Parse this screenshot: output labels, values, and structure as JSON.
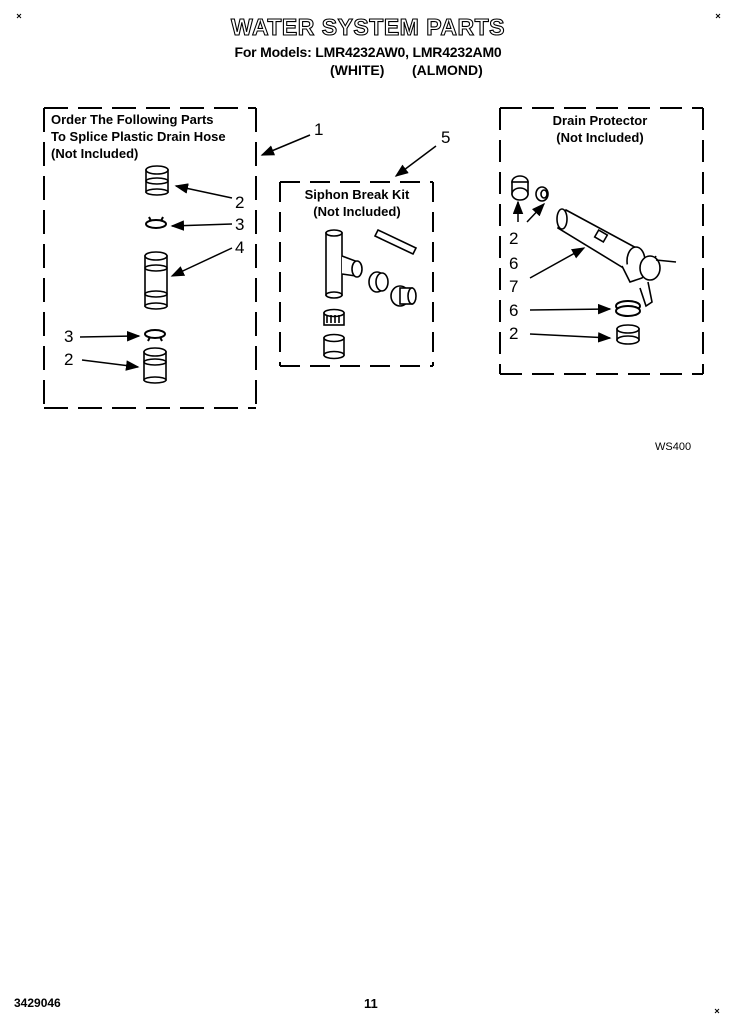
{
  "header": {
    "title": "WATER SYSTEM PARTS",
    "models": "For Models: LMR4232AW0, LMR4232AM0",
    "color_white": "(WHITE)",
    "color_almond": "(ALMOND)"
  },
  "splice_box": {
    "line1": "Order The Following Parts",
    "line2": "To Splice Plastic Drain Hose",
    "line3": "(Not Included)"
  },
  "siphon_box": {
    "line1": "Siphon Break Kit",
    "line2": "(Not Included)"
  },
  "drain_box": {
    "line1": "Drain Protector",
    "line2": "(Not Included)"
  },
  "callouts": {
    "c1": "1",
    "c5": "5",
    "left_2a": "2",
    "left_3a": "3",
    "left_4": "4",
    "left_3b": "3",
    "left_2b": "2",
    "right_2a": "2",
    "right_6a": "6",
    "right_7": "7",
    "right_6b": "6",
    "right_2b": "2"
  },
  "footer": {
    "diagram_code": "WS400",
    "doc_number": "3429046",
    "page_number": "11"
  }
}
